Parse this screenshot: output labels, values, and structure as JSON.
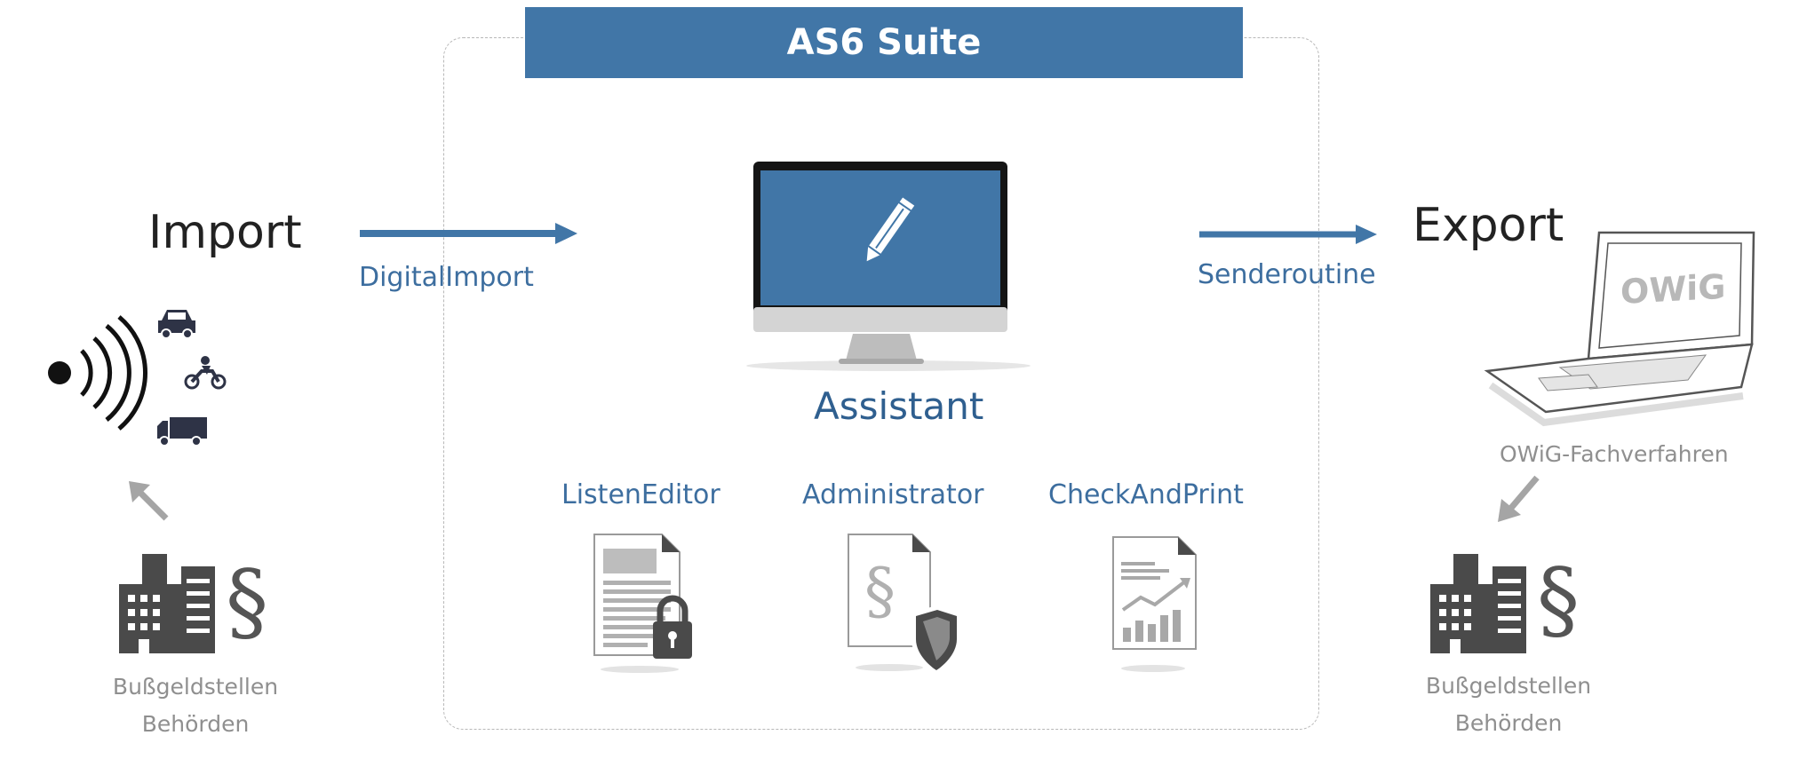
{
  "suite": {
    "title": "AS6 Suite"
  },
  "import": {
    "title": "Import",
    "arrow_label": "DigitalImport"
  },
  "export": {
    "title": "Export",
    "arrow_label": "Senderoutine"
  },
  "assistant": {
    "label": "Assistant"
  },
  "tools": [
    {
      "label": "ListenEditor",
      "icon": "document-lock-icon"
    },
    {
      "label": "Administrator",
      "icon": "paragraph-shield-document-icon"
    },
    {
      "label": "CheckAndPrint",
      "icon": "chart-document-icon"
    }
  ],
  "left_authority": {
    "line1": "Bußgeldstellen",
    "line2": "Behörden"
  },
  "right_authority": {
    "line1": "Bußgeldstellen",
    "line2": "Behörden"
  },
  "laptop": {
    "screen_text": "OWiG",
    "caption": "OWiG-Fachverfahren"
  },
  "colors": {
    "accent": "#4176a7",
    "text_blue": "#3d6e9f",
    "grey": "#8f8f8f",
    "dark": "#222222"
  }
}
